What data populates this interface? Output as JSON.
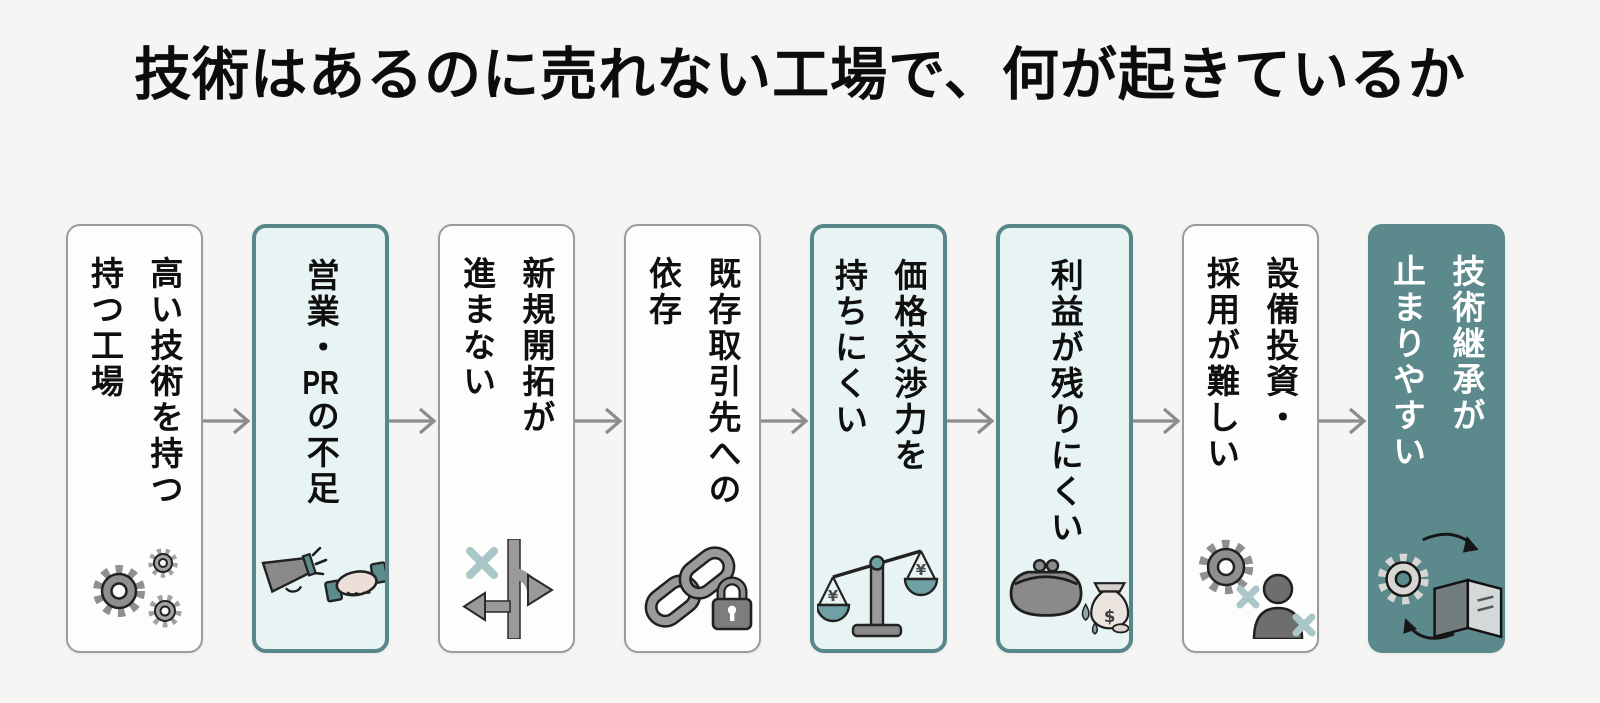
{
  "title": "技術はあるのに売れない工場で、何が起きているか",
  "colors": {
    "background": "#f5f5f3",
    "card_white_fill": "#fdfdfb",
    "card_white_border": "#9b9b99",
    "card_teal_fill": "#e8f4f4",
    "card_teal_border": "#57878b",
    "card_teal_solid": "#5c898c",
    "text": "#0f0f0f",
    "text_on_teal": "#ffffff",
    "arrow": "#8c8c8c",
    "icon_gray": "#8f8f8f",
    "icon_accent": "#a9c6c9"
  },
  "cards": [
    {
      "id": "card-1",
      "style": "white",
      "lines": "高い技術を持つ\n持つ工場",
      "icon": "gears-icon"
    },
    {
      "id": "card-2",
      "style": "teal-outline",
      "lines": "営業・PRの不足",
      "icon": "megaphone-handshake-icon"
    },
    {
      "id": "card-3",
      "style": "white",
      "lines": "新規開拓が\n進まない",
      "icon": "crossroads-x-icon"
    },
    {
      "id": "card-4",
      "style": "white",
      "lines": "既存取引先への\n依存",
      "icon": "chain-lock-icon"
    },
    {
      "id": "card-5",
      "style": "teal-outline",
      "lines": "価格交渉力を\n持ちにくい",
      "icon": "scales-yen-icon"
    },
    {
      "id": "card-6",
      "style": "teal-outline",
      "lines": "利益が残りにくい",
      "icon": "purse-moneybag-icon"
    },
    {
      "id": "card-7",
      "style": "white",
      "lines": "設備投資・\n採用が難しい",
      "icon": "gear-person-x-icon"
    },
    {
      "id": "card-8",
      "style": "teal-solid",
      "lines": "技術継承が\n止まりやすい",
      "icon": "gear-book-cycle-icon"
    }
  ],
  "icon_glyphs": {
    "yen": "¥",
    "dollar": "$"
  }
}
